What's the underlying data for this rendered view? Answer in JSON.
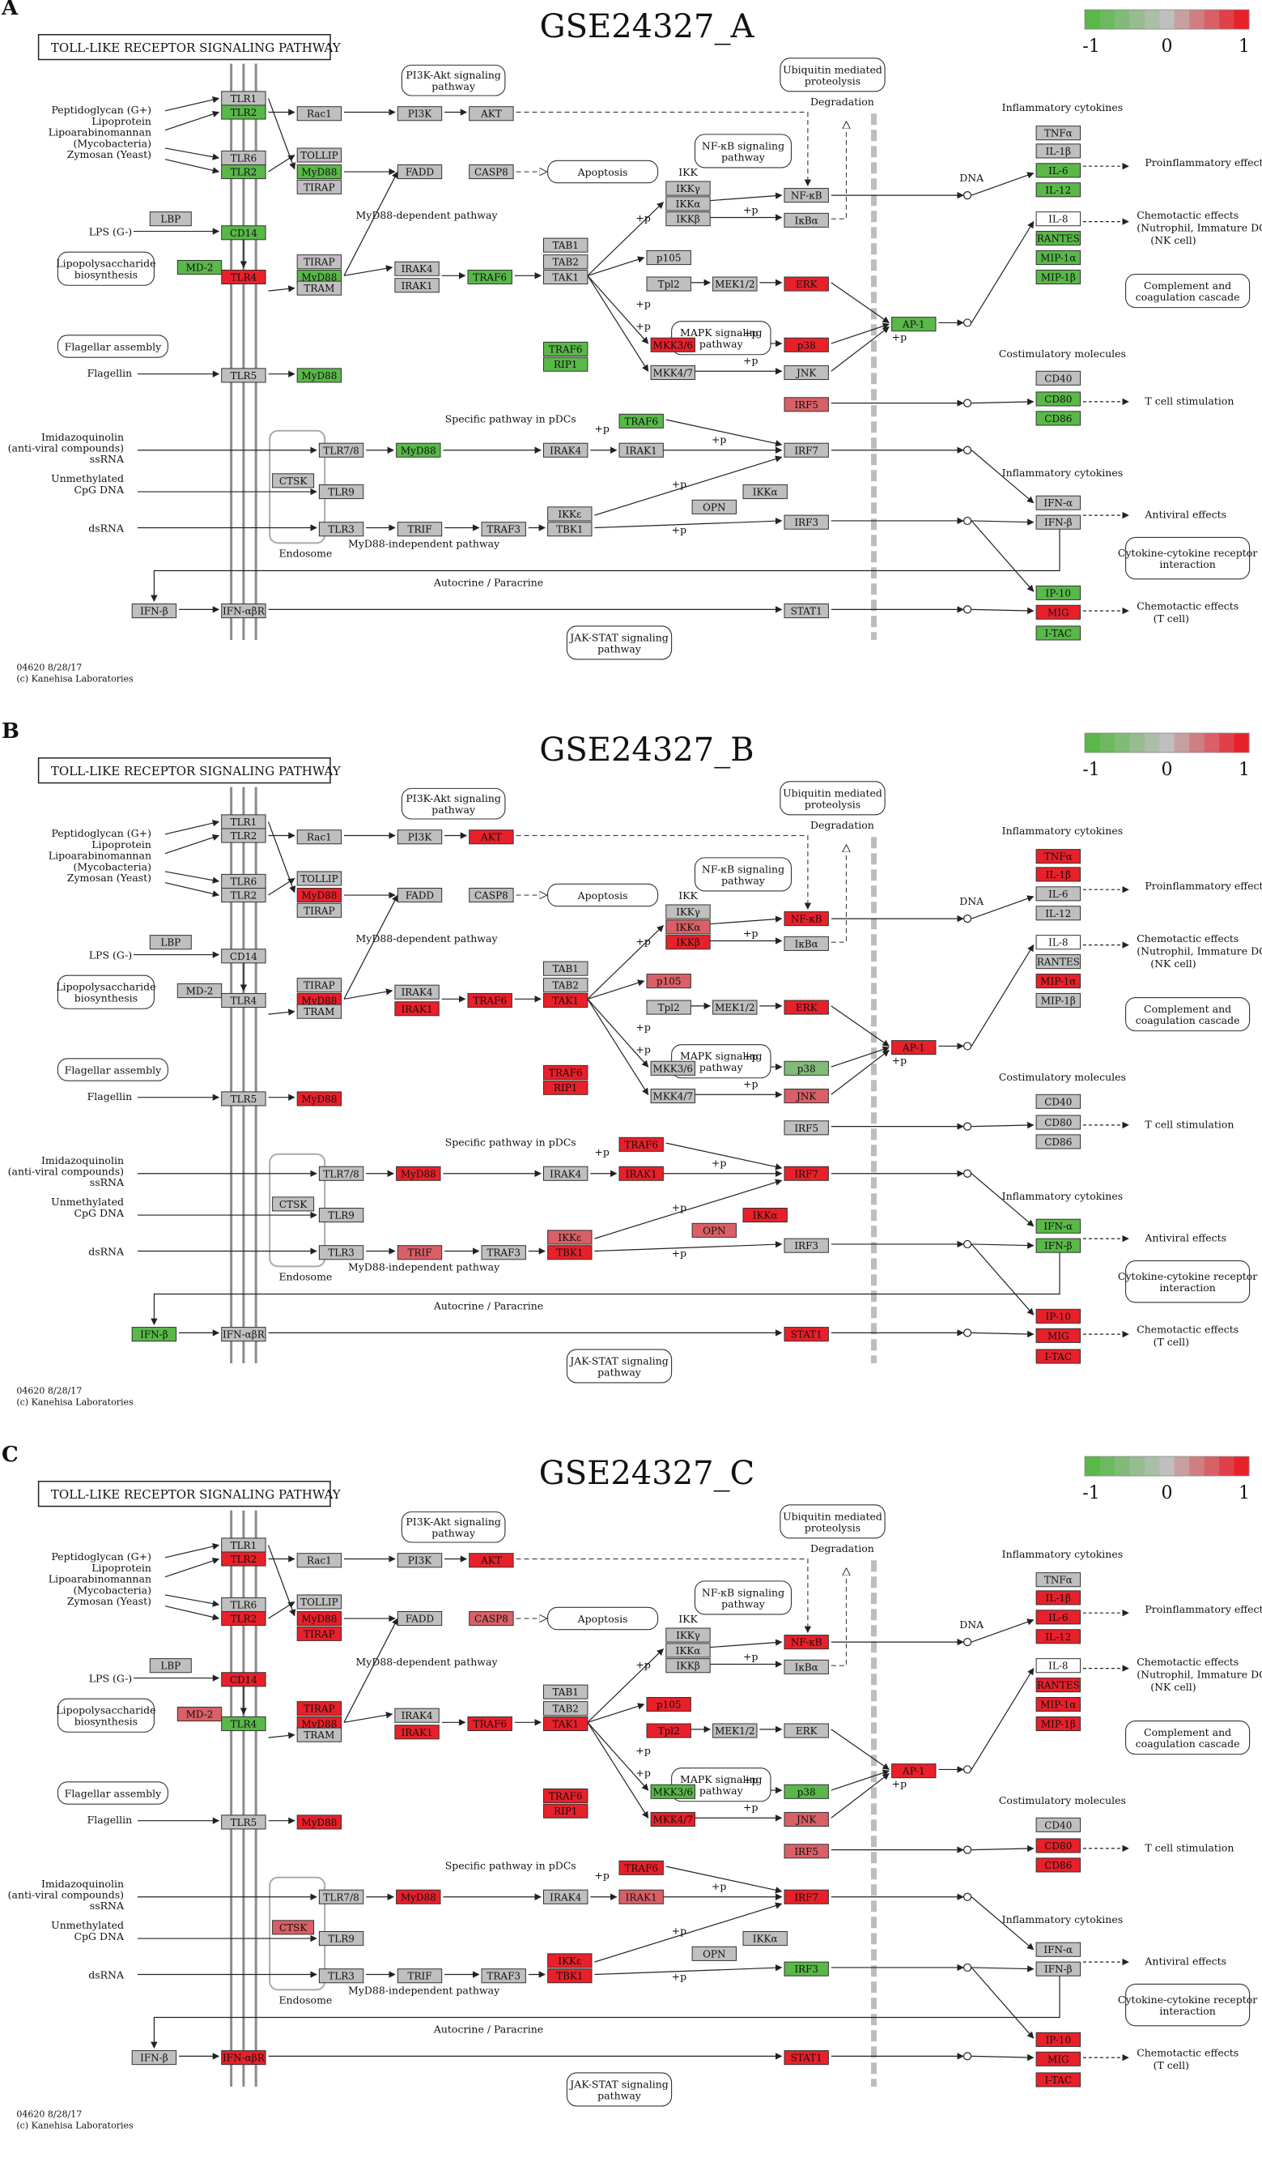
{
  "panels": [
    {
      "letter": "A",
      "title": "GSE24327_A",
      "gene_values": {
        "TLR1": 0,
        "TLR2a": -1,
        "TLR6": 0,
        "TLR2b": -1,
        "Rac1": 0,
        "PI3K": 0,
        "AKT": 0,
        "TOLLIP": 0,
        "MyD88a": -1,
        "TIRAP": 0,
        "FADD": 0,
        "CASP8": 0,
        "IKKy": 0,
        "IKKa": 0,
        "IKKb": 0,
        "NFkB": 0,
        "IkBa": 0,
        "LBP": 0,
        "CD14": -1,
        "MD2": -1,
        "TLR4": 1,
        "TIRAPb": 0,
        "MyD88b": -1,
        "TRAM": 0,
        "IRAK4a": 0,
        "IRAK1a": 0,
        "TRAF6a": -1,
        "TAB1": 0,
        "TAB2": 0,
        "TAK1": 0,
        "p105": 0,
        "Tpl2": 0,
        "MEK12": 0,
        "ERK": 1,
        "TRAF6b": -1,
        "RIP1": -1,
        "MKK36": 1,
        "p38": 1,
        "MKK47": 0,
        "JNK": 0,
        "AP1": -1,
        "TLR5": 0,
        "MyD88c": -1,
        "IRF5": 0.6,
        "TLR78": 0,
        "MyD88d": -1,
        "TRAF6c": -1,
        "IRAK4b": 0,
        "IRAK1b": 0,
        "IRF7": 0,
        "CTSK": 0,
        "TLR9": 0,
        "IKKa2": 0,
        "OPN": 0,
        "TLR3": 0,
        "TRIF": 0,
        "TRAF3": 0,
        "IKKe": 0,
        "TBK1": 0,
        "IRF3": 0,
        "IFNb1": 0,
        "IFNaBR": 0,
        "STAT1": 0,
        "TNFa": 0,
        "IL1b": 0,
        "IL6": -1,
        "IL12": -1,
        "IL8": null,
        "RANTES": -1,
        "MIP1a": -1,
        "MIP1b": -1,
        "CD40": 0,
        "CD80": -1,
        "CD86": -1,
        "IFNa": 0,
        "IFNb2": 0,
        "IP10": -1,
        "MIG": 1,
        "ITAC": -1
      }
    },
    {
      "letter": "B",
      "title": "GSE24327_B",
      "gene_values": {
        "TLR1": 0,
        "TLR2a": 0,
        "TLR6": 0,
        "TLR2b": 0,
        "Rac1": 0,
        "PI3K": 0,
        "AKT": 1,
        "TOLLIP": 0,
        "MyD88a": 1,
        "TIRAP": 0,
        "FADD": 0,
        "CASP8": 0,
        "IKKy": 0,
        "IKKa": 0.6,
        "IKKb": 1,
        "NFkB": 1,
        "IkBa": 0,
        "LBP": 0,
        "CD14": 0,
        "MD2": 0,
        "TLR4": 0,
        "TIRAPb": 0,
        "MyD88b": 1,
        "TRAM": 0,
        "IRAK4a": 0,
        "IRAK1a": 1,
        "TRAF6a": 1,
        "TAB1": 0,
        "TAB2": 0,
        "TAK1": 1,
        "p105": 0.6,
        "Tpl2": 0,
        "MEK12": 0,
        "ERK": 1,
        "TRAF6b": 1,
        "RIP1": 1,
        "MKK36": 0,
        "p38": -0.6,
        "MKK47": 0,
        "JNK": 0.6,
        "AP1": 1,
        "TLR5": 0,
        "MyD88c": 1,
        "IRF5": 0,
        "TLR78": 0,
        "MyD88d": 1,
        "TRAF6c": 1,
        "IRAK4b": 0,
        "IRAK1b": 1,
        "IRF7": 1,
        "CTSK": 0,
        "TLR9": 0,
        "IKKa2": 1,
        "OPN": 0.6,
        "TLR3": 0,
        "TRIF": 0.6,
        "TRAF3": 0,
        "IKKe": 0.6,
        "TBK1": 1,
        "IRF3": 0,
        "IFNb1": -1,
        "IFNaBR": 0,
        "STAT1": 1,
        "TNFa": 1,
        "IL1b": 1,
        "IL6": 0,
        "IL12": 0,
        "IL8": null,
        "RANTES": 0,
        "MIP1a": 1,
        "MIP1b": 0,
        "CD40": 0,
        "CD80": 0,
        "CD86": 0,
        "IFNa": -1,
        "IFNb2": -1,
        "IP10": 1,
        "MIG": 1,
        "ITAC": 1
      }
    },
    {
      "letter": "C",
      "title": "GSE24327_C",
      "gene_values": {
        "TLR1": 0,
        "TLR2a": 1,
        "TLR6": 0,
        "TLR2b": 1,
        "Rac1": 0,
        "PI3K": 0,
        "AKT": 1,
        "TOLLIP": 0,
        "MyD88a": 1,
        "TIRAP": 1,
        "FADD": 0,
        "CASP8": 0.6,
        "IKKy": 0,
        "IKKa": 0,
        "IKKb": 0,
        "NFkB": 1,
        "IkBa": 0,
        "LBP": 0,
        "CD14": 1,
        "MD2": 0.6,
        "TLR4": -1,
        "TIRAPb": 1,
        "MyD88b": 1,
        "TRAM": 0,
        "IRAK4a": 0,
        "IRAK1a": 1,
        "TRAF6a": 1,
        "TAB1": 0,
        "TAB2": 0,
        "TAK1": 1,
        "p105": 1,
        "Tpl2": 1,
        "MEK12": 0,
        "ERK": 0,
        "TRAF6b": 1,
        "RIP1": 1,
        "MKK36": -1,
        "p38": -1,
        "MKK47": 1,
        "JNK": 0.6,
        "AP1": 1,
        "TLR5": 0,
        "MyD88c": 1,
        "IRF5": 0.6,
        "TLR78": 0,
        "MyD88d": 1,
        "TRAF6c": 1,
        "IRAK4b": 0,
        "IRAK1b": 0.6,
        "IRF7": 1,
        "CTSK": 0.6,
        "TLR9": 0,
        "IKKa2": 0,
        "OPN": 0,
        "TLR3": 0,
        "TRIF": 0,
        "TRAF3": 0,
        "IKKe": 1,
        "TBK1": 1,
        "IRF3": -1,
        "IFNb1": 0,
        "IFNaBR": 1,
        "STAT1": 1,
        "TNFa": 0,
        "IL1b": 1,
        "IL6": 1,
        "IL12": 1,
        "IL8": null,
        "RANTES": 1,
        "MIP1a": 1,
        "MIP1b": 1,
        "CD40": 0,
        "CD80": 1,
        "CD86": 1,
        "IFNa": 0,
        "IFNb2": 0,
        "IP10": 1,
        "MIG": 1,
        "ITAC": 1
      }
    }
  ],
  "legend": {
    "min_label": "-1",
    "mid_label": "0",
    "max_label": "1",
    "steps": [
      -1,
      -0.8,
      -0.6,
      -0.4,
      -0.2,
      0,
      0.2,
      0.4,
      0.6,
      0.8,
      1
    ]
  },
  "colors": {
    "up": "#e8202a",
    "down": "#59b848",
    "neutral": "#bfbfbf",
    "white": "#ffffff",
    "membrane": "#8c8c8c",
    "nucleus": "#bdbdbd",
    "text": "#111111"
  },
  "labels": {
    "pathway_title": "TOLL-LIKE RECEPTOR SIGNALING PATHWAY",
    "footer_id": "04620 8/28/17",
    "footer_copy": "(c) Kanehisa Laboratories",
    "pi3k_akt": "PI3K-Akt signaling pathway",
    "ubiquitin": "Ubiquitin mediated proteolysis",
    "degradation": "Degradation",
    "apoptosis": "Apoptosis",
    "nfkb_path": "NF-κB signaling pathway",
    "mapk_path": "MAPK signaling pathway",
    "myd88_dep": "MyD88-dependent pathway",
    "myd88_indep": "MyD88-independent pathway",
    "specific": "Specific pathway in pDCs",
    "endosome": "Endosome",
    "autocrine": "Autocrine / Paracrine",
    "jak_stat": "JAK-STAT signaling pathway",
    "dna": "DNA",
    "ikk": "IKK",
    "lps_biosynth": "Lipopolysaccharide biosynthesis",
    "flagellar": "Flagellar assembly",
    "ligand_pg": "Peptidoglycan (G+)",
    "ligand_lp": "Lipoprotein",
    "ligand_lam": "Lipoarabinomannan",
    "ligand_myco": "(Mycobacteria)",
    "ligand_zym": "Zymosan (Yeast)",
    "ligand_lps": "LPS (G-)",
    "ligand_flag": "Flagellin",
    "ligand_imid1": "Imidazoquinolin",
    "ligand_imid2": "(anti-viral compounds)",
    "ligand_imid3": "ssRNA",
    "ligand_cpg1": "Unmethylated",
    "ligand_cpg2": "CpG DNA",
    "ligand_dsrna": "dsRNA",
    "inflam1": "Inflammatory cytokines",
    "inflam2": "Inflammatory cytokines",
    "costim": "Costimulatory molecules",
    "proinflam": "Proinflammatory effects",
    "chemotactic1": "Chemotactic effects",
    "chemotactic1b": "(Nutrophil, Immature DC",
    "chemotactic1c": "(NK cell)",
    "complement": "Complement and coagulation cascade",
    "tcell_stim": "T cell stimulation",
    "antiviral": "Antiviral effects",
    "cytokine_rec": "Cytokine-cytokine receptor interaction",
    "chemotactic2": "Chemotactic effects",
    "chemotactic2b": "(T cell)",
    "plus_p": "+p"
  },
  "nodes": [
    {
      "id": "TLR1",
      "label": "TLR1"
    },
    {
      "id": "TLR2a",
      "label": "TLR2"
    },
    {
      "id": "TLR6",
      "label": "TLR6"
    },
    {
      "id": "TLR2b",
      "label": "TLR2"
    },
    {
      "id": "Rac1",
      "label": "Rac1"
    },
    {
      "id": "PI3K",
      "label": "PI3K"
    },
    {
      "id": "AKT",
      "label": "AKT"
    },
    {
      "id": "TOLLIP",
      "label": "TOLLIP"
    },
    {
      "id": "MyD88a",
      "label": "MyD88"
    },
    {
      "id": "TIRAP",
      "label": "TIRAP"
    },
    {
      "id": "FADD",
      "label": "FADD"
    },
    {
      "id": "CASP8",
      "label": "CASP8"
    },
    {
      "id": "IKKy",
      "label": "IKKγ"
    },
    {
      "id": "IKKa",
      "label": "IKKα"
    },
    {
      "id": "IKKb",
      "label": "IKKβ"
    },
    {
      "id": "NFkB",
      "label": "NF-κB"
    },
    {
      "id": "IkBa",
      "label": "IκBα"
    },
    {
      "id": "LBP",
      "label": "LBP"
    },
    {
      "id": "CD14",
      "label": "CD14"
    },
    {
      "id": "MD2",
      "label": "MD-2"
    },
    {
      "id": "TLR4",
      "label": "TLR4"
    },
    {
      "id": "TIRAPb",
      "label": "TIRAP"
    },
    {
      "id": "MyD88b",
      "label": "MyD88"
    },
    {
      "id": "TRAM",
      "label": "TRAM"
    },
    {
      "id": "IRAK4a",
      "label": "IRAK4"
    },
    {
      "id": "IRAK1a",
      "label": "IRAK1"
    },
    {
      "id": "TRAF6a",
      "label": "TRAF6"
    },
    {
      "id": "TAB1",
      "label": "TAB1"
    },
    {
      "id": "TAB2",
      "label": "TAB2"
    },
    {
      "id": "TAK1",
      "label": "TAK1"
    },
    {
      "id": "p105",
      "label": "p105"
    },
    {
      "id": "Tpl2",
      "label": "Tpl2"
    },
    {
      "id": "MEK12",
      "label": "MEK1/2"
    },
    {
      "id": "ERK",
      "label": "ERK"
    },
    {
      "id": "TRAF6b",
      "label": "TRAF6"
    },
    {
      "id": "RIP1",
      "label": "RIP1"
    },
    {
      "id": "MKK36",
      "label": "MKK3/6"
    },
    {
      "id": "p38",
      "label": "p38"
    },
    {
      "id": "MKK47",
      "label": "MKK4/7"
    },
    {
      "id": "JNK",
      "label": "JNK"
    },
    {
      "id": "AP1",
      "label": "AP-1"
    },
    {
      "id": "TLR5",
      "label": "TLR5"
    },
    {
      "id": "MyD88c",
      "label": "MyD88"
    },
    {
      "id": "IRF5",
      "label": "IRF5"
    },
    {
      "id": "TLR78",
      "label": "TLR7/8"
    },
    {
      "id": "MyD88d",
      "label": "MyD88"
    },
    {
      "id": "TRAF6c",
      "label": "TRAF6"
    },
    {
      "id": "IRAK4b",
      "label": "IRAK4"
    },
    {
      "id": "IRAK1b",
      "label": "IRAK1"
    },
    {
      "id": "IRF7",
      "label": "IRF7"
    },
    {
      "id": "CTSK",
      "label": "CTSK"
    },
    {
      "id": "TLR9",
      "label": "TLR9"
    },
    {
      "id": "IKKa2",
      "label": "IKKα"
    },
    {
      "id": "OPN",
      "label": "OPN"
    },
    {
      "id": "TLR3",
      "label": "TLR3"
    },
    {
      "id": "TRIF",
      "label": "TRIF"
    },
    {
      "id": "TRAF3",
      "label": "TRAF3"
    },
    {
      "id": "IKKe",
      "label": "IKKε"
    },
    {
      "id": "TBK1",
      "label": "TBK1"
    },
    {
      "id": "IRF3",
      "label": "IRF3"
    },
    {
      "id": "IFNb1",
      "label": "IFN-β"
    },
    {
      "id": "IFNaBR",
      "label": "IFN-αβR"
    },
    {
      "id": "STAT1",
      "label": "STAT1"
    },
    {
      "id": "TNFa",
      "label": "TNFα"
    },
    {
      "id": "IL1b",
      "label": "IL-1β"
    },
    {
      "id": "IL6",
      "label": "IL-6"
    },
    {
      "id": "IL12",
      "label": "IL-12"
    },
    {
      "id": "IL8",
      "label": "IL-8"
    },
    {
      "id": "RANTES",
      "label": "RANTES"
    },
    {
      "id": "MIP1a",
      "label": "MIP-1α"
    },
    {
      "id": "MIP1b",
      "label": "MIP-1β"
    },
    {
      "id": "CD40",
      "label": "CD40"
    },
    {
      "id": "CD80",
      "label": "CD80"
    },
    {
      "id": "CD86",
      "label": "CD86"
    },
    {
      "id": "IFNa",
      "label": "IFN-α"
    },
    {
      "id": "IFNb2",
      "label": "IFN-β"
    },
    {
      "id": "IP10",
      "label": "IP-10"
    },
    {
      "id": "MIG",
      "label": "MIG"
    },
    {
      "id": "ITAC",
      "label": "I-TAC"
    }
  ]
}
